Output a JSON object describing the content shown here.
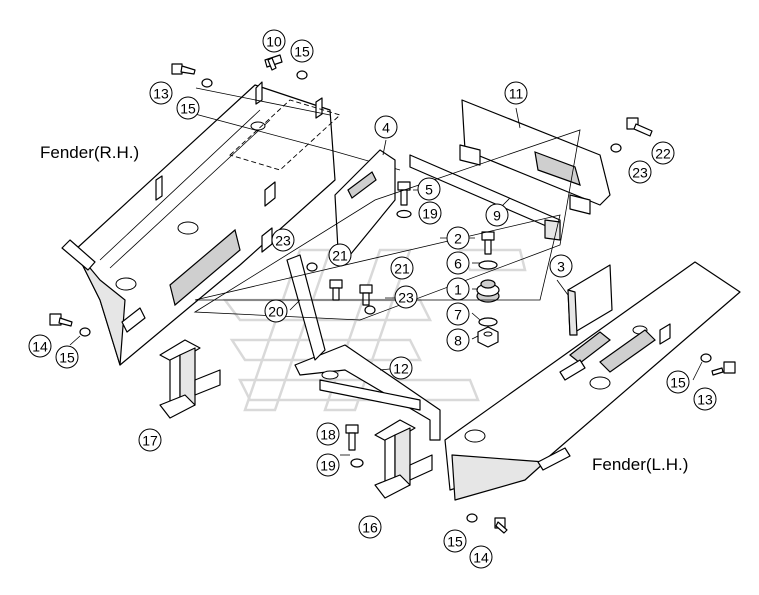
{
  "labels": {
    "fender_rh": "Fender(R.H.)",
    "fender_lh": "Fender(L.H.)"
  },
  "callouts": [
    {
      "id": "c10a",
      "text": "10"
    },
    {
      "id": "c15a",
      "text": "15"
    },
    {
      "id": "c13a",
      "text": "13"
    },
    {
      "id": "c15b",
      "text": "15"
    },
    {
      "id": "c11",
      "text": "11"
    },
    {
      "id": "c4",
      "text": "4"
    },
    {
      "id": "c22",
      "text": "22"
    },
    {
      "id": "c23a",
      "text": "23"
    },
    {
      "id": "c5",
      "text": "5"
    },
    {
      "id": "c19a",
      "text": "19"
    },
    {
      "id": "c9",
      "text": "9"
    },
    {
      "id": "c2",
      "text": "2"
    },
    {
      "id": "c23b",
      "text": "23"
    },
    {
      "id": "c21a",
      "text": "21"
    },
    {
      "id": "c6",
      "text": "6"
    },
    {
      "id": "c3",
      "text": "3"
    },
    {
      "id": "c21b",
      "text": "21"
    },
    {
      "id": "c1",
      "text": "1"
    },
    {
      "id": "c23c",
      "text": "23"
    },
    {
      "id": "c20",
      "text": "20"
    },
    {
      "id": "c7",
      "text": "7"
    },
    {
      "id": "c14a",
      "text": "14"
    },
    {
      "id": "c15c",
      "text": "15"
    },
    {
      "id": "c8",
      "text": "8"
    },
    {
      "id": "c12",
      "text": "12"
    },
    {
      "id": "c15d",
      "text": "15"
    },
    {
      "id": "c13b",
      "text": "13"
    },
    {
      "id": "c17",
      "text": "17"
    },
    {
      "id": "c18",
      "text": "18"
    },
    {
      "id": "c19b",
      "text": "19"
    },
    {
      "id": "c16",
      "text": "16"
    },
    {
      "id": "c15e",
      "text": "15"
    },
    {
      "id": "c14b",
      "text": "14"
    }
  ]
}
